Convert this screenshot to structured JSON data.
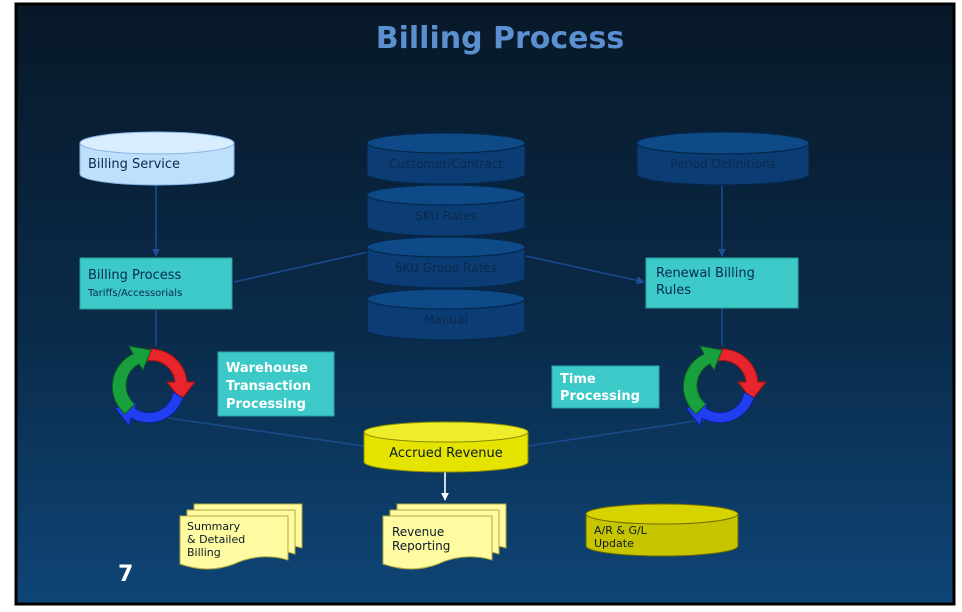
{
  "title": "Billing Process",
  "page_number": "7",
  "nodes": {
    "billing_service": "Billing Service",
    "billing_process": [
      "Billing Process",
      "Tariffs/Accessorials"
    ],
    "database_stack": [
      "Customer/Contract",
      "SKU Rates",
      "SKU Group Rates",
      "Manual"
    ],
    "period_definitions": "Period Definitions",
    "renewal_billing_rules": [
      "Renewal Billing",
      "Rules"
    ],
    "warehouse_transaction_processing": [
      "Warehouse",
      "Transaction",
      "Processing"
    ],
    "time_processing": [
      "Time",
      "Processing"
    ],
    "accrued_revenue": "Accrued Revenue",
    "summary_detailed_billing": [
      "Summary",
      "& Detailed",
      "Billing"
    ],
    "revenue_reporting": [
      "Revenue",
      "Reporting"
    ],
    "ar_gl_update": [
      "A/R & G/L",
      "Update"
    ]
  },
  "colors": {
    "background_top": "#0a1e33",
    "background_bottom": "#0d3d6b",
    "title": "#5a8fd0",
    "light_cylinder": "#bfe0fb",
    "dark_cylinder": "#0b3d74",
    "teal_box": "#3cc9c8",
    "yellow": "#e5e400",
    "doc": "#fffba0",
    "arrow_red": "#e8242c",
    "arrow_green": "#18a03c",
    "arrow_blue": "#1f3ff0"
  }
}
